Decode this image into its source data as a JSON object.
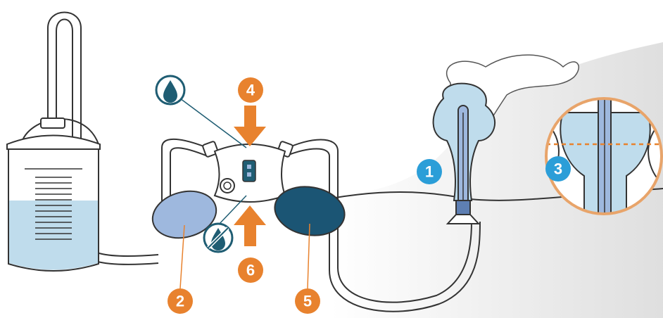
{
  "colors": {
    "orange": "#E8822E",
    "blue": "#2B9ED8",
    "teal": "#1F5D73",
    "light_blue": "#9EB8DE",
    "dark_blue": "#1B5574",
    "liquid": "#BFDCEC",
    "outline": "#333333"
  },
  "labels": {
    "label_1": "1",
    "label_2": "2",
    "label_3": "3",
    "label_4": "4",
    "label_5": "5",
    "label_6": "6"
  },
  "icons": {
    "drop_icon": "water-drop-icon",
    "no_drop_icon": "no-water-drop-icon"
  }
}
